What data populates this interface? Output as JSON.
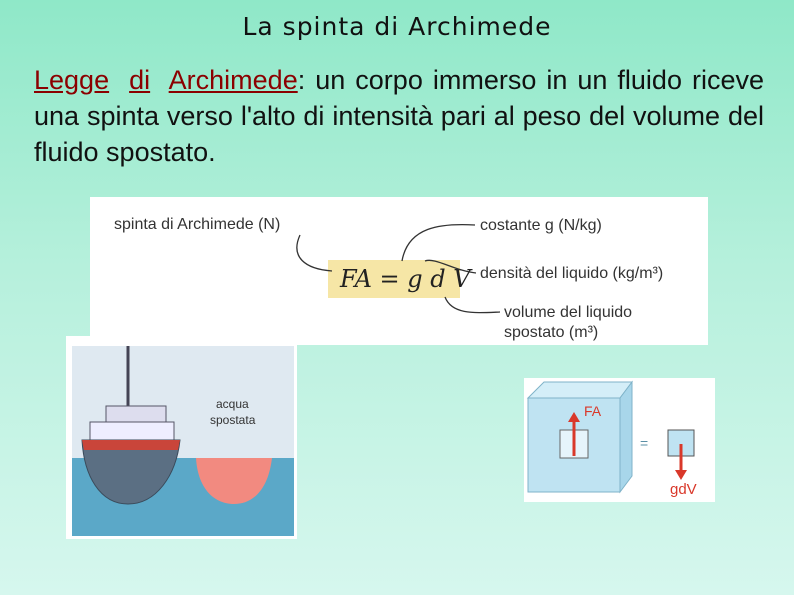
{
  "slide": {
    "title": "La spinta di Archimede",
    "law": {
      "term_1": "Legge",
      "term_2": "di",
      "term_3": "Archimede",
      "colon": ":",
      "body": "un corpo immerso in un fluido riceve una spinta verso l'alto di intensità pari al peso del volume del fluido spostato."
    }
  },
  "formula": {
    "lhs_label": "spinta di Archimede (N)",
    "label_g": "costante g (N/kg)",
    "label_d": "densità del liquido (kg/m³)",
    "label_v_line1": "volume del liquido",
    "label_v_line2": "spostato (m³)",
    "expression": "FA = g d V",
    "highlight_color": "#f6e6a6"
  },
  "ship_figure": {
    "label_line1": "acqua",
    "label_line2": "spostata",
    "water_color": "#5ba8c8",
    "displaced_color": "#f28a80"
  },
  "cube_figure": {
    "force_label": "FA",
    "equals": "=",
    "weight_label": "gdV",
    "arrow_color": "#d9382a"
  }
}
